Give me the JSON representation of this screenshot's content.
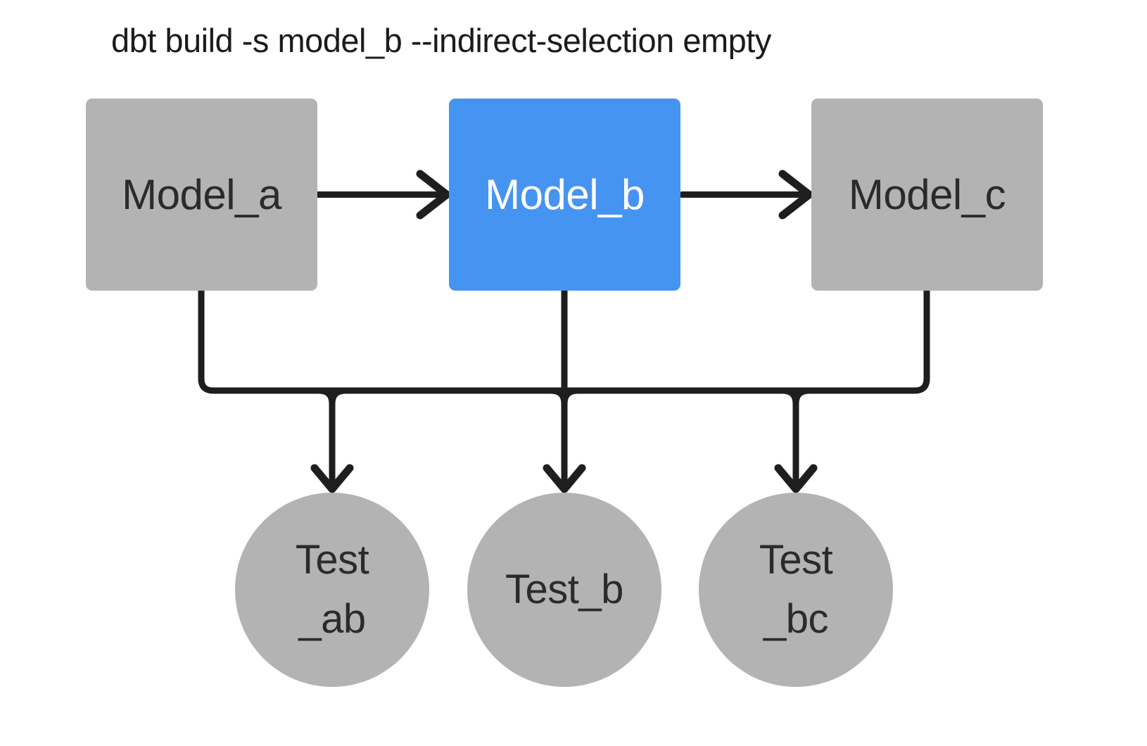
{
  "title": "dbt build -s model_b --indirect-selection empty",
  "colors": {
    "background": "#ffffff",
    "node_gray": "#b3b3b3",
    "selected_blue": "#4694f2",
    "line": "#1e1e1e",
    "text_dark": "#2b2b2b",
    "text_light": "#ffffff",
    "title_text": "#1b1b1d"
  },
  "diagram": {
    "models": [
      {
        "id": "model_a",
        "label": "Model_a",
        "selected": false
      },
      {
        "id": "model_b",
        "label": "Model_b",
        "selected": true
      },
      {
        "id": "model_c",
        "label": "Model_c",
        "selected": false
      }
    ],
    "tests": [
      {
        "id": "test_ab",
        "lines": [
          "Test",
          "_ab"
        ]
      },
      {
        "id": "test_b",
        "lines": [
          "Test_b"
        ]
      },
      {
        "id": "test_bc",
        "lines": [
          "Test",
          "_bc"
        ]
      }
    ],
    "edges": [
      {
        "from": "model_a",
        "to": "model_b"
      },
      {
        "from": "model_b",
        "to": "model_c"
      },
      {
        "from": "model_a",
        "to": "test_ab"
      },
      {
        "from": "model_b",
        "to": "test_ab"
      },
      {
        "from": "model_b",
        "to": "test_b"
      },
      {
        "from": "model_b",
        "to": "test_bc"
      },
      {
        "from": "model_c",
        "to": "test_bc"
      }
    ]
  }
}
